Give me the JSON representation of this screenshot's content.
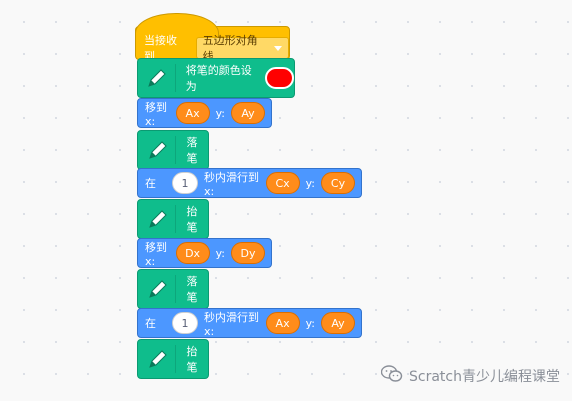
{
  "blocks": {
    "event": {
      "label": "当接收到",
      "dropdown": "五边形对角线"
    },
    "set_color": {
      "label": "将笔的颜色设为",
      "color": "#ff0000"
    },
    "goto1": {
      "label": "移到 x:",
      "x": "Ax",
      "y_label": "y:",
      "y": "Ay"
    },
    "pen_down1": {
      "label": "落笔"
    },
    "glide1": {
      "prefix": "在",
      "secs": "1",
      "mid": "秒内滑行到 x:",
      "x": "Cx",
      "y_label": "y:",
      "y": "Cy"
    },
    "pen_up1": {
      "label": "抬笔"
    },
    "goto2": {
      "label": "移到 x:",
      "x": "Dx",
      "y_label": "y:",
      "y": "Dy"
    },
    "pen_down2": {
      "label": "落笔"
    },
    "glide2": {
      "prefix": "在",
      "secs": "1",
      "mid": "秒内滑行到 x:",
      "x": "Ax",
      "y_label": "y:",
      "y": "Ay"
    },
    "pen_up2": {
      "label": "抬笔"
    }
  },
  "watermark": {
    "text": "Scratch青少儿编程课堂",
    "icon": "wechat-icon"
  },
  "colors": {
    "event": "#ffbf00",
    "pen": "#0fbd8c",
    "motion": "#4c97ff",
    "reporter": "#ff8c1a"
  }
}
